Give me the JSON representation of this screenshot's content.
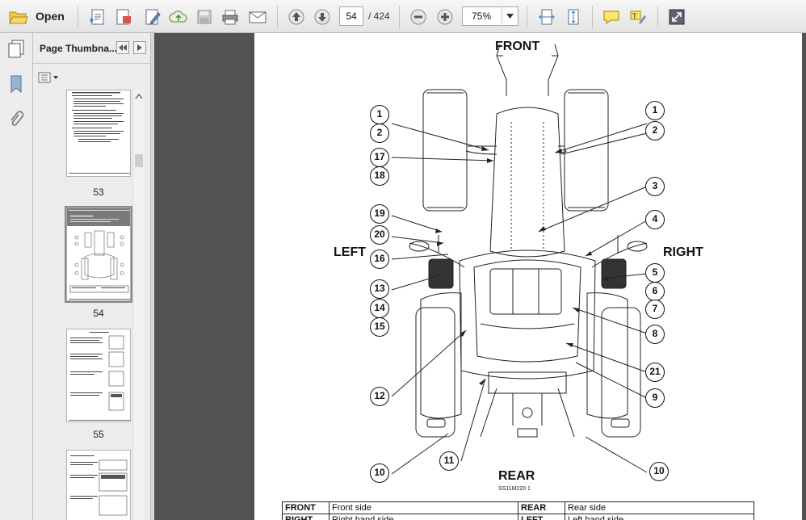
{
  "toolbar": {
    "open_label": "Open",
    "current_page": "54",
    "total_pages": "/ 424",
    "zoom": "75%"
  },
  "thumbnails": {
    "title": "Page Thumbna...",
    "pages": [
      "53",
      "54",
      "55"
    ]
  },
  "document": {
    "labels": {
      "front": "FRONT",
      "rear": "REAR",
      "left": "LEFT",
      "right": "RIGHT"
    },
    "figure_code": "SS11M220   1",
    "callouts": [
      "1",
      "2",
      "17",
      "18",
      "19",
      "20",
      "16",
      "13",
      "14",
      "15",
      "12",
      "10",
      "11",
      "3",
      "4",
      "5",
      "6",
      "7",
      "8",
      "21",
      "9"
    ],
    "legend": [
      {
        "k1": "FRONT",
        "v1": "Front side",
        "k2": "REAR",
        "v2": "Rear side"
      },
      {
        "k1": "RIGHT",
        "v1": "Right hand side",
        "k2": "LEFT",
        "v2": "Left hand side"
      }
    ]
  },
  "colors": {
    "toolbar_bg": "#ececec",
    "doc_bg": "#525252",
    "page_bg": "#ffffff"
  }
}
